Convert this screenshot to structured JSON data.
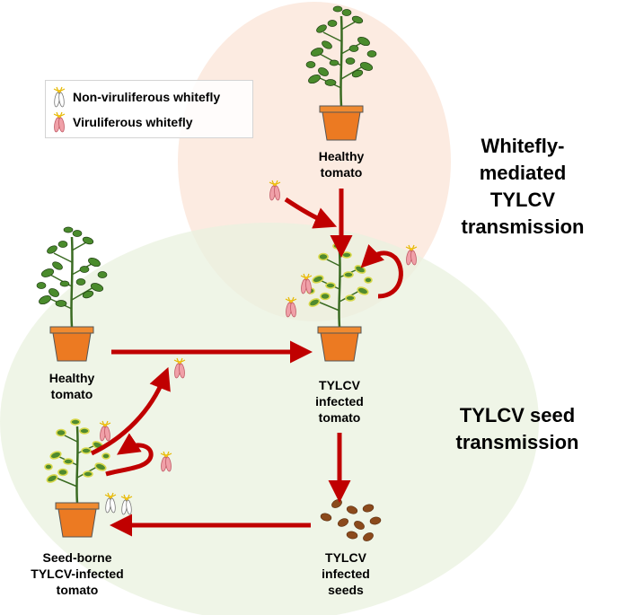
{
  "legend": {
    "items": [
      {
        "label": "Non-viruliferous whitefly",
        "icon": "white-whitefly-icon"
      },
      {
        "label": "Viruliferous whitefly",
        "icon": "pink-whitefly-icon"
      }
    ]
  },
  "sections": {
    "whitefly": "Whitefly-mediated\nTYLCV transmission",
    "seed": "TYLCV seed\ntransmission"
  },
  "nodes": {
    "healthy_top": "Healthy\ntomato",
    "healthy_left": "Healthy\ntomato",
    "infected_tomato": "TYLCV\ninfected\ntomato",
    "infected_seeds": "TYLCV\ninfected\nseeds",
    "seed_borne": "Seed-borne\nTYLCV-infected\ntomato"
  },
  "colors": {
    "whitefly_region": "#fbe6da",
    "seed_region": "#e9f2df",
    "arrow": "#c00000",
    "pot": "#ec7a22",
    "leaf": "#4a8b2c",
    "leaf_infected": "#d8d84a",
    "seed": "#8b4a1c",
    "pink_whitefly": "#f0a0a8"
  }
}
